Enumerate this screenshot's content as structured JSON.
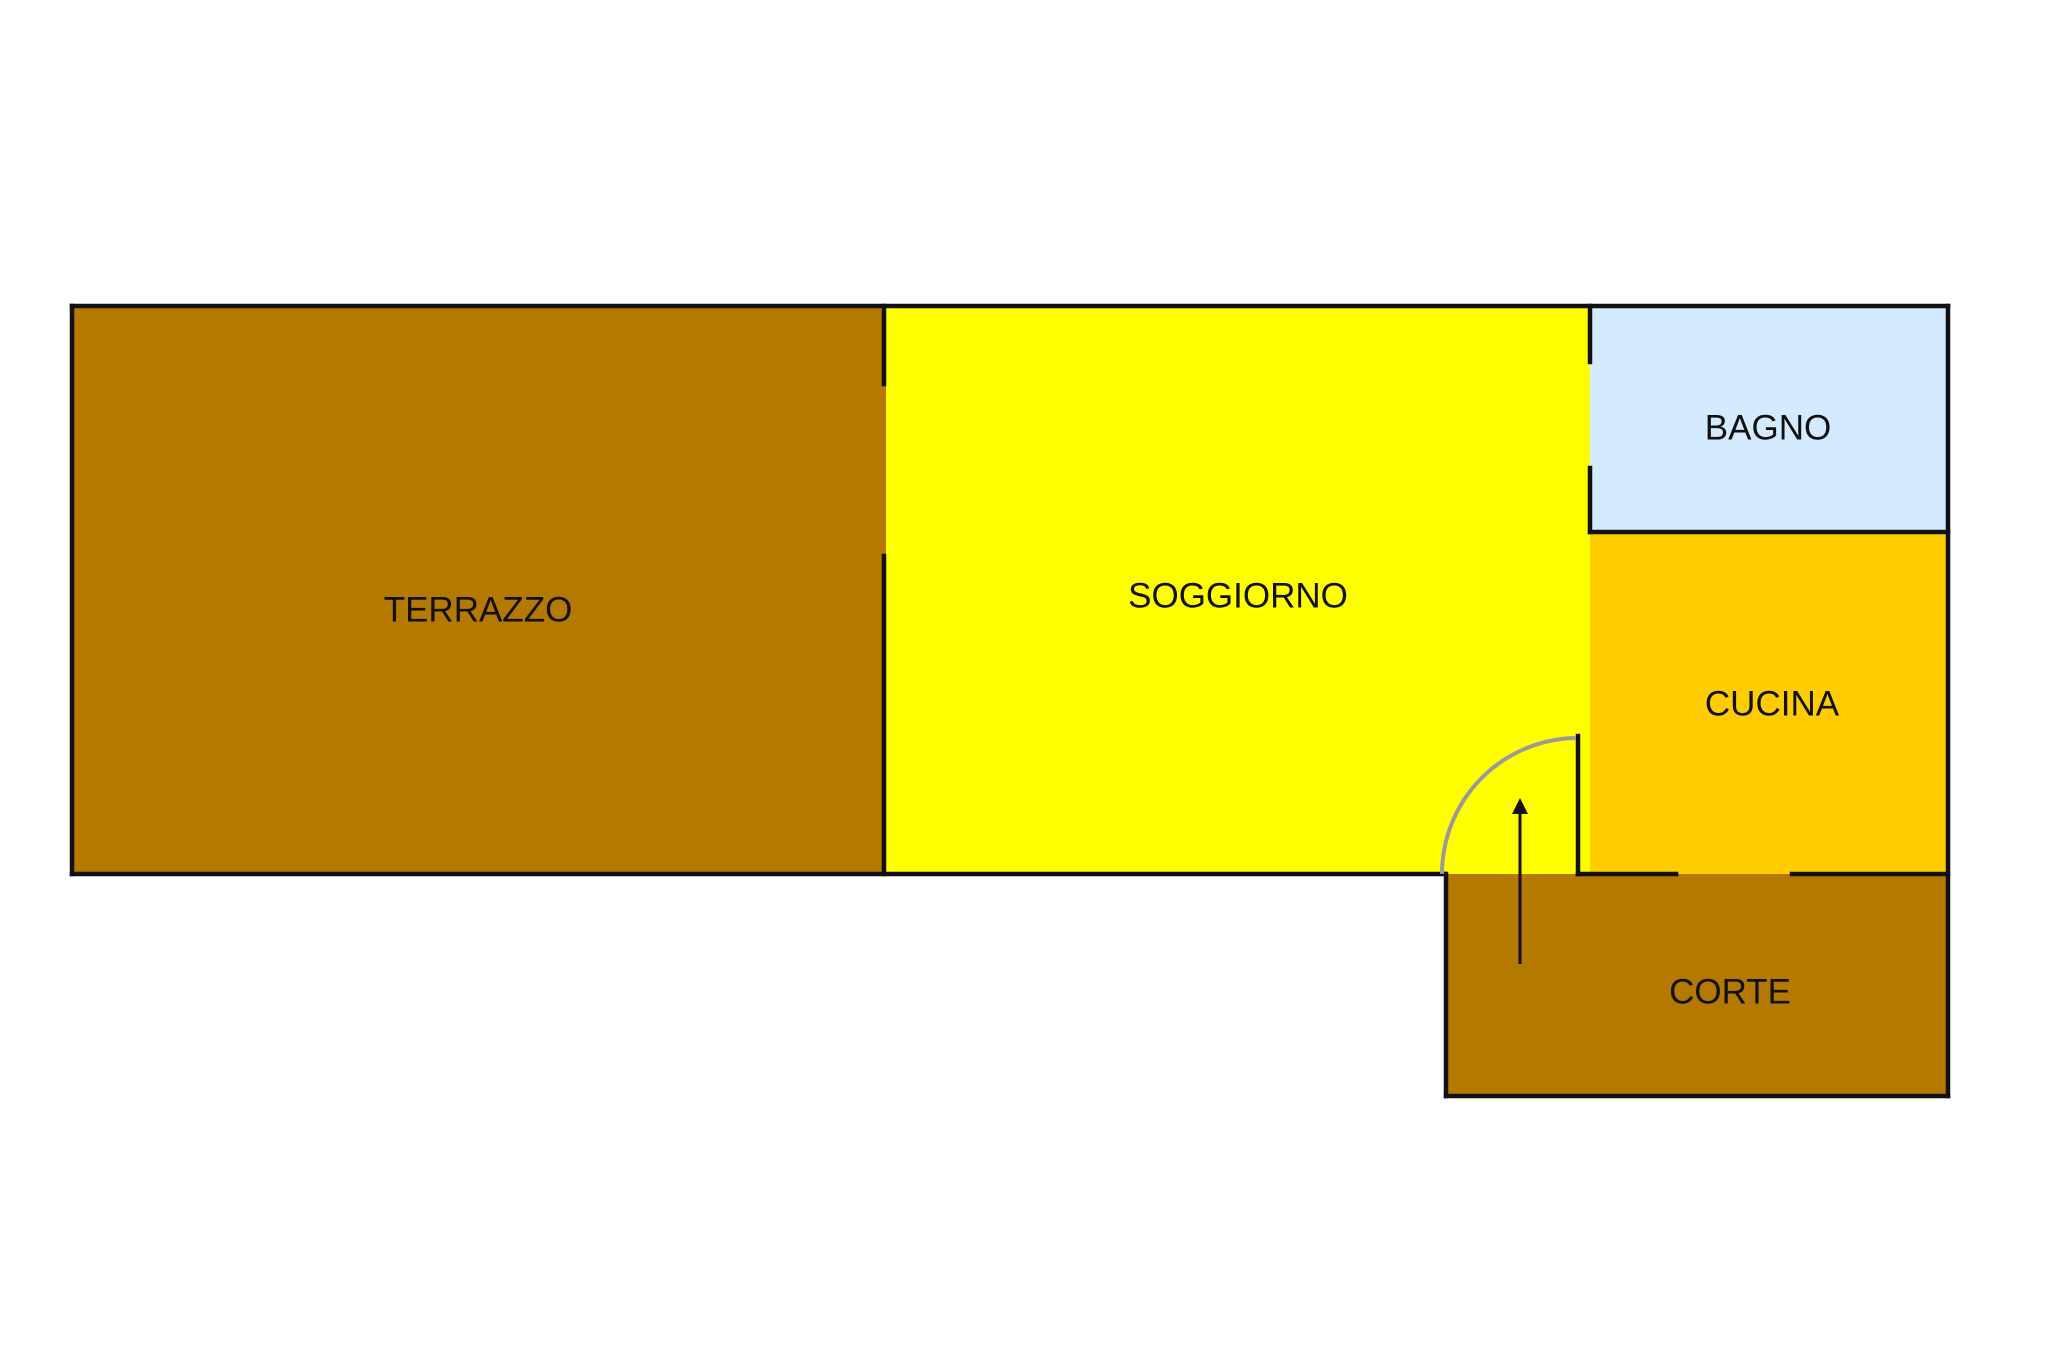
{
  "rooms": {
    "terrazzo": {
      "label": "TERRAZZO",
      "color": "#b57800"
    },
    "soggiorno": {
      "label": "SOGGIORNO",
      "color": "#ffff00"
    },
    "bagno": {
      "label": "BAGNO",
      "color": "#d4eaff"
    },
    "cucina": {
      "label": "CUCINA",
      "color": "#ffcc00"
    },
    "corte": {
      "label": "CORTE",
      "color": "#b57800"
    }
  },
  "colors": {
    "wall": "#111111",
    "door_arc": "#9a9a9a",
    "background": "#ffffff"
  },
  "icons": {
    "entrance": "up-arrow-icon",
    "door": "door-swing-icon"
  }
}
